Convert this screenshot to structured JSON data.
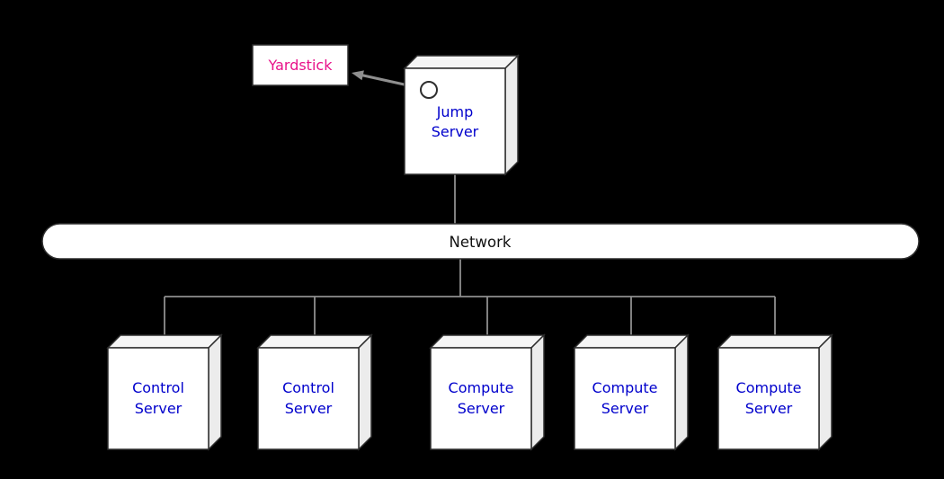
{
  "theme": {
    "background": "#000000",
    "node-fill": "#ffffff",
    "node-top": "#f5f5f5",
    "node-side": "#ececec",
    "node-border": "#2e2e2e",
    "server-text": "#0000cc",
    "yardstick-text": "#e8128a",
    "network-text": "#111111",
    "connector": "#8f8f8f"
  },
  "nodes": {
    "yardstick": {
      "label": "Yardstick"
    },
    "jump_server": {
      "label": "Jump Server",
      "lines": [
        "Jump",
        "Server"
      ]
    },
    "network": {
      "label": "Network"
    },
    "servers": [
      {
        "label": "Control Server",
        "lines": [
          "Control",
          "Server"
        ]
      },
      {
        "label": "Control Server",
        "lines": [
          "Control",
          "Server"
        ]
      },
      {
        "label": "Compute Server",
        "lines": [
          "Compute",
          "Server"
        ]
      },
      {
        "label": "Compute Server",
        "lines": [
          "Compute",
          "Server"
        ]
      },
      {
        "label": "Compute Server",
        "lines": [
          "Compute",
          "Server"
        ]
      }
    ]
  },
  "edges": [
    {
      "from": "Jump Server",
      "to": "Yardstick",
      "style": "arrow"
    },
    {
      "from": "Jump Server",
      "to": "Network",
      "style": "line"
    },
    {
      "from": "Network",
      "to": "Control Server",
      "style": "line"
    },
    {
      "from": "Network",
      "to": "Control Server",
      "style": "line"
    },
    {
      "from": "Network",
      "to": "Compute Server",
      "style": "line"
    },
    {
      "from": "Network",
      "to": "Compute Server",
      "style": "line"
    },
    {
      "from": "Network",
      "to": "Compute Server",
      "style": "line"
    }
  ]
}
